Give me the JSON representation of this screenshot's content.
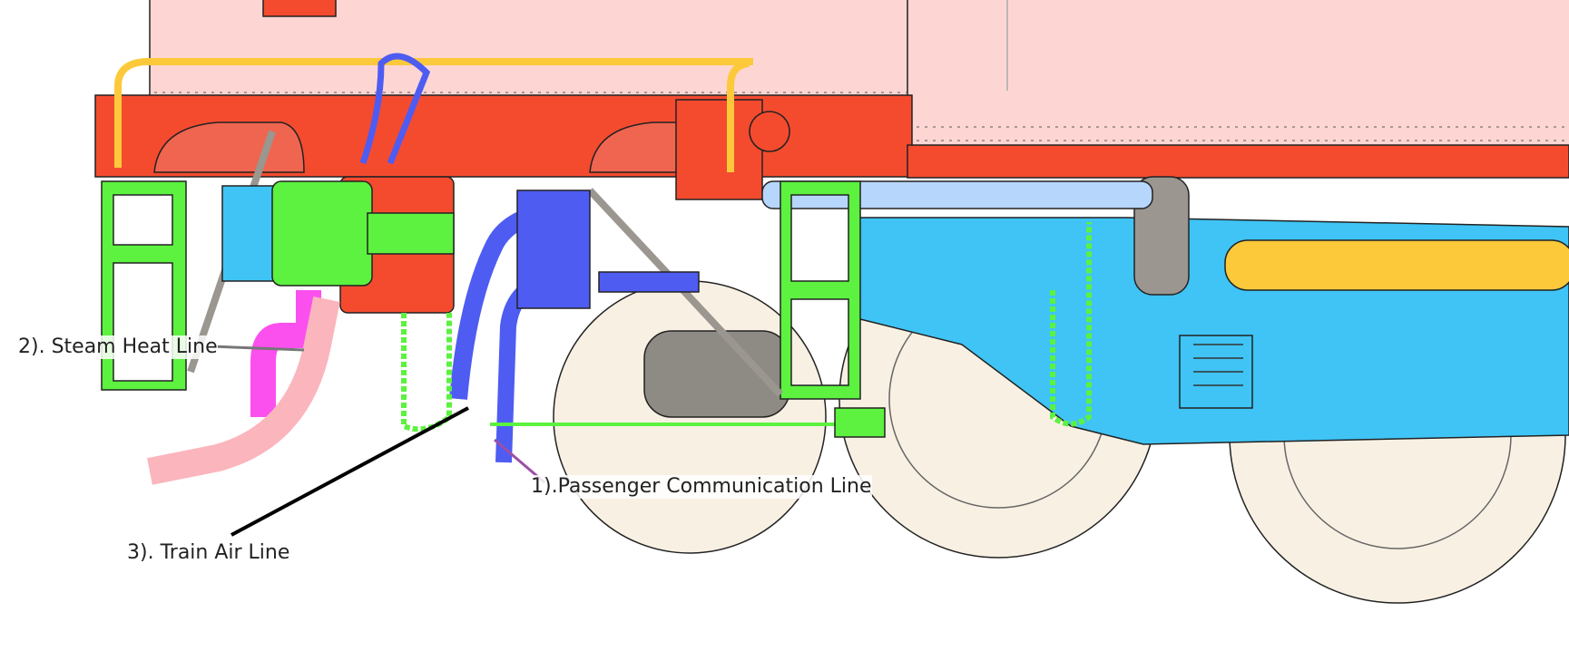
{
  "labels": {
    "passenger_communication": "1).Passenger Communication Line",
    "steam_heat": "2). Steam Heat Line",
    "train_air": "3). Train Air Line"
  },
  "colors": {
    "body": "#fdd6d3",
    "frame": "#f44b2f",
    "ladder": "#5cf23f",
    "bogie": "#3fc4f5",
    "hose_blue": "#4e5cf2",
    "steam_pipe": "#fb50ee",
    "steam_hose": "#fbb5bd",
    "wheel": "#f8f1e3",
    "yellow_pipe": "#fcc93b"
  }
}
